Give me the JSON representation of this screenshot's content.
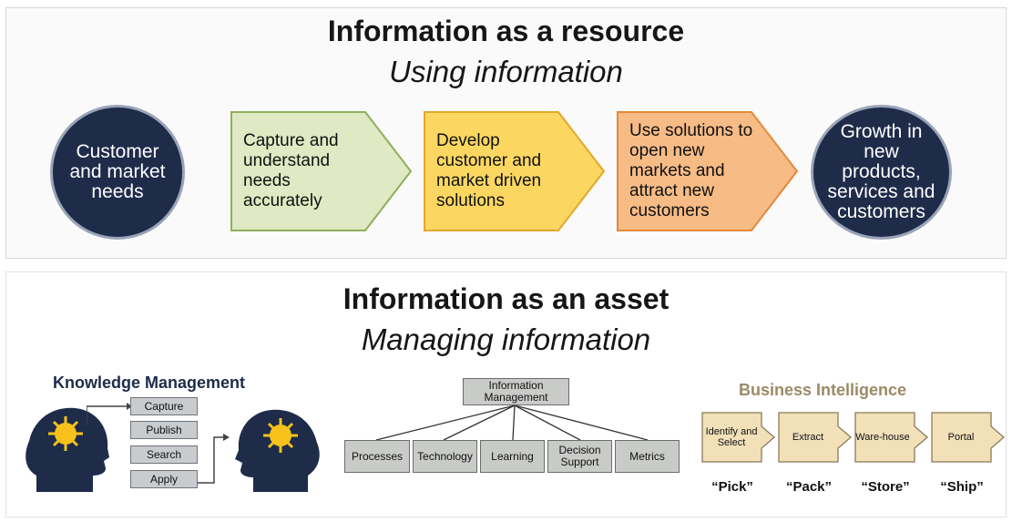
{
  "resource": {
    "title": "Information as a resource",
    "subtitle": "Using information",
    "start_circle": "Customer and market needs",
    "steps": [
      "Capture and understand needs accurately",
      "Develop customer and market driven solutions",
      "Use solutions to open new markets and attract new customers"
    ],
    "end_circle": "Growth in new products, services and customers"
  },
  "asset": {
    "title": "Information as an asset",
    "subtitle": "Managing information"
  },
  "knowledge_management": {
    "title": "Knowledge Management",
    "steps": [
      "Capture",
      "Publish",
      "Search",
      "Apply"
    ]
  },
  "information_management": {
    "root": "Information Management",
    "children": [
      "Processes",
      "Technology",
      "Learning",
      "Decision Support",
      "Metrics"
    ]
  },
  "business_intelligence": {
    "title": "Business Intelligence",
    "steps": [
      "Identify and Select",
      "Extract",
      "Ware-house",
      "Portal"
    ],
    "labels": [
      "“Pick”",
      "“Pack”",
      "“Store”",
      "“Ship”"
    ]
  },
  "colors": {
    "navy": "#1e2c4a",
    "green": "#dfe9c3",
    "yellow": "#fbd762",
    "orange": "#f7bb86",
    "bi_box": "#f2e0b9"
  }
}
